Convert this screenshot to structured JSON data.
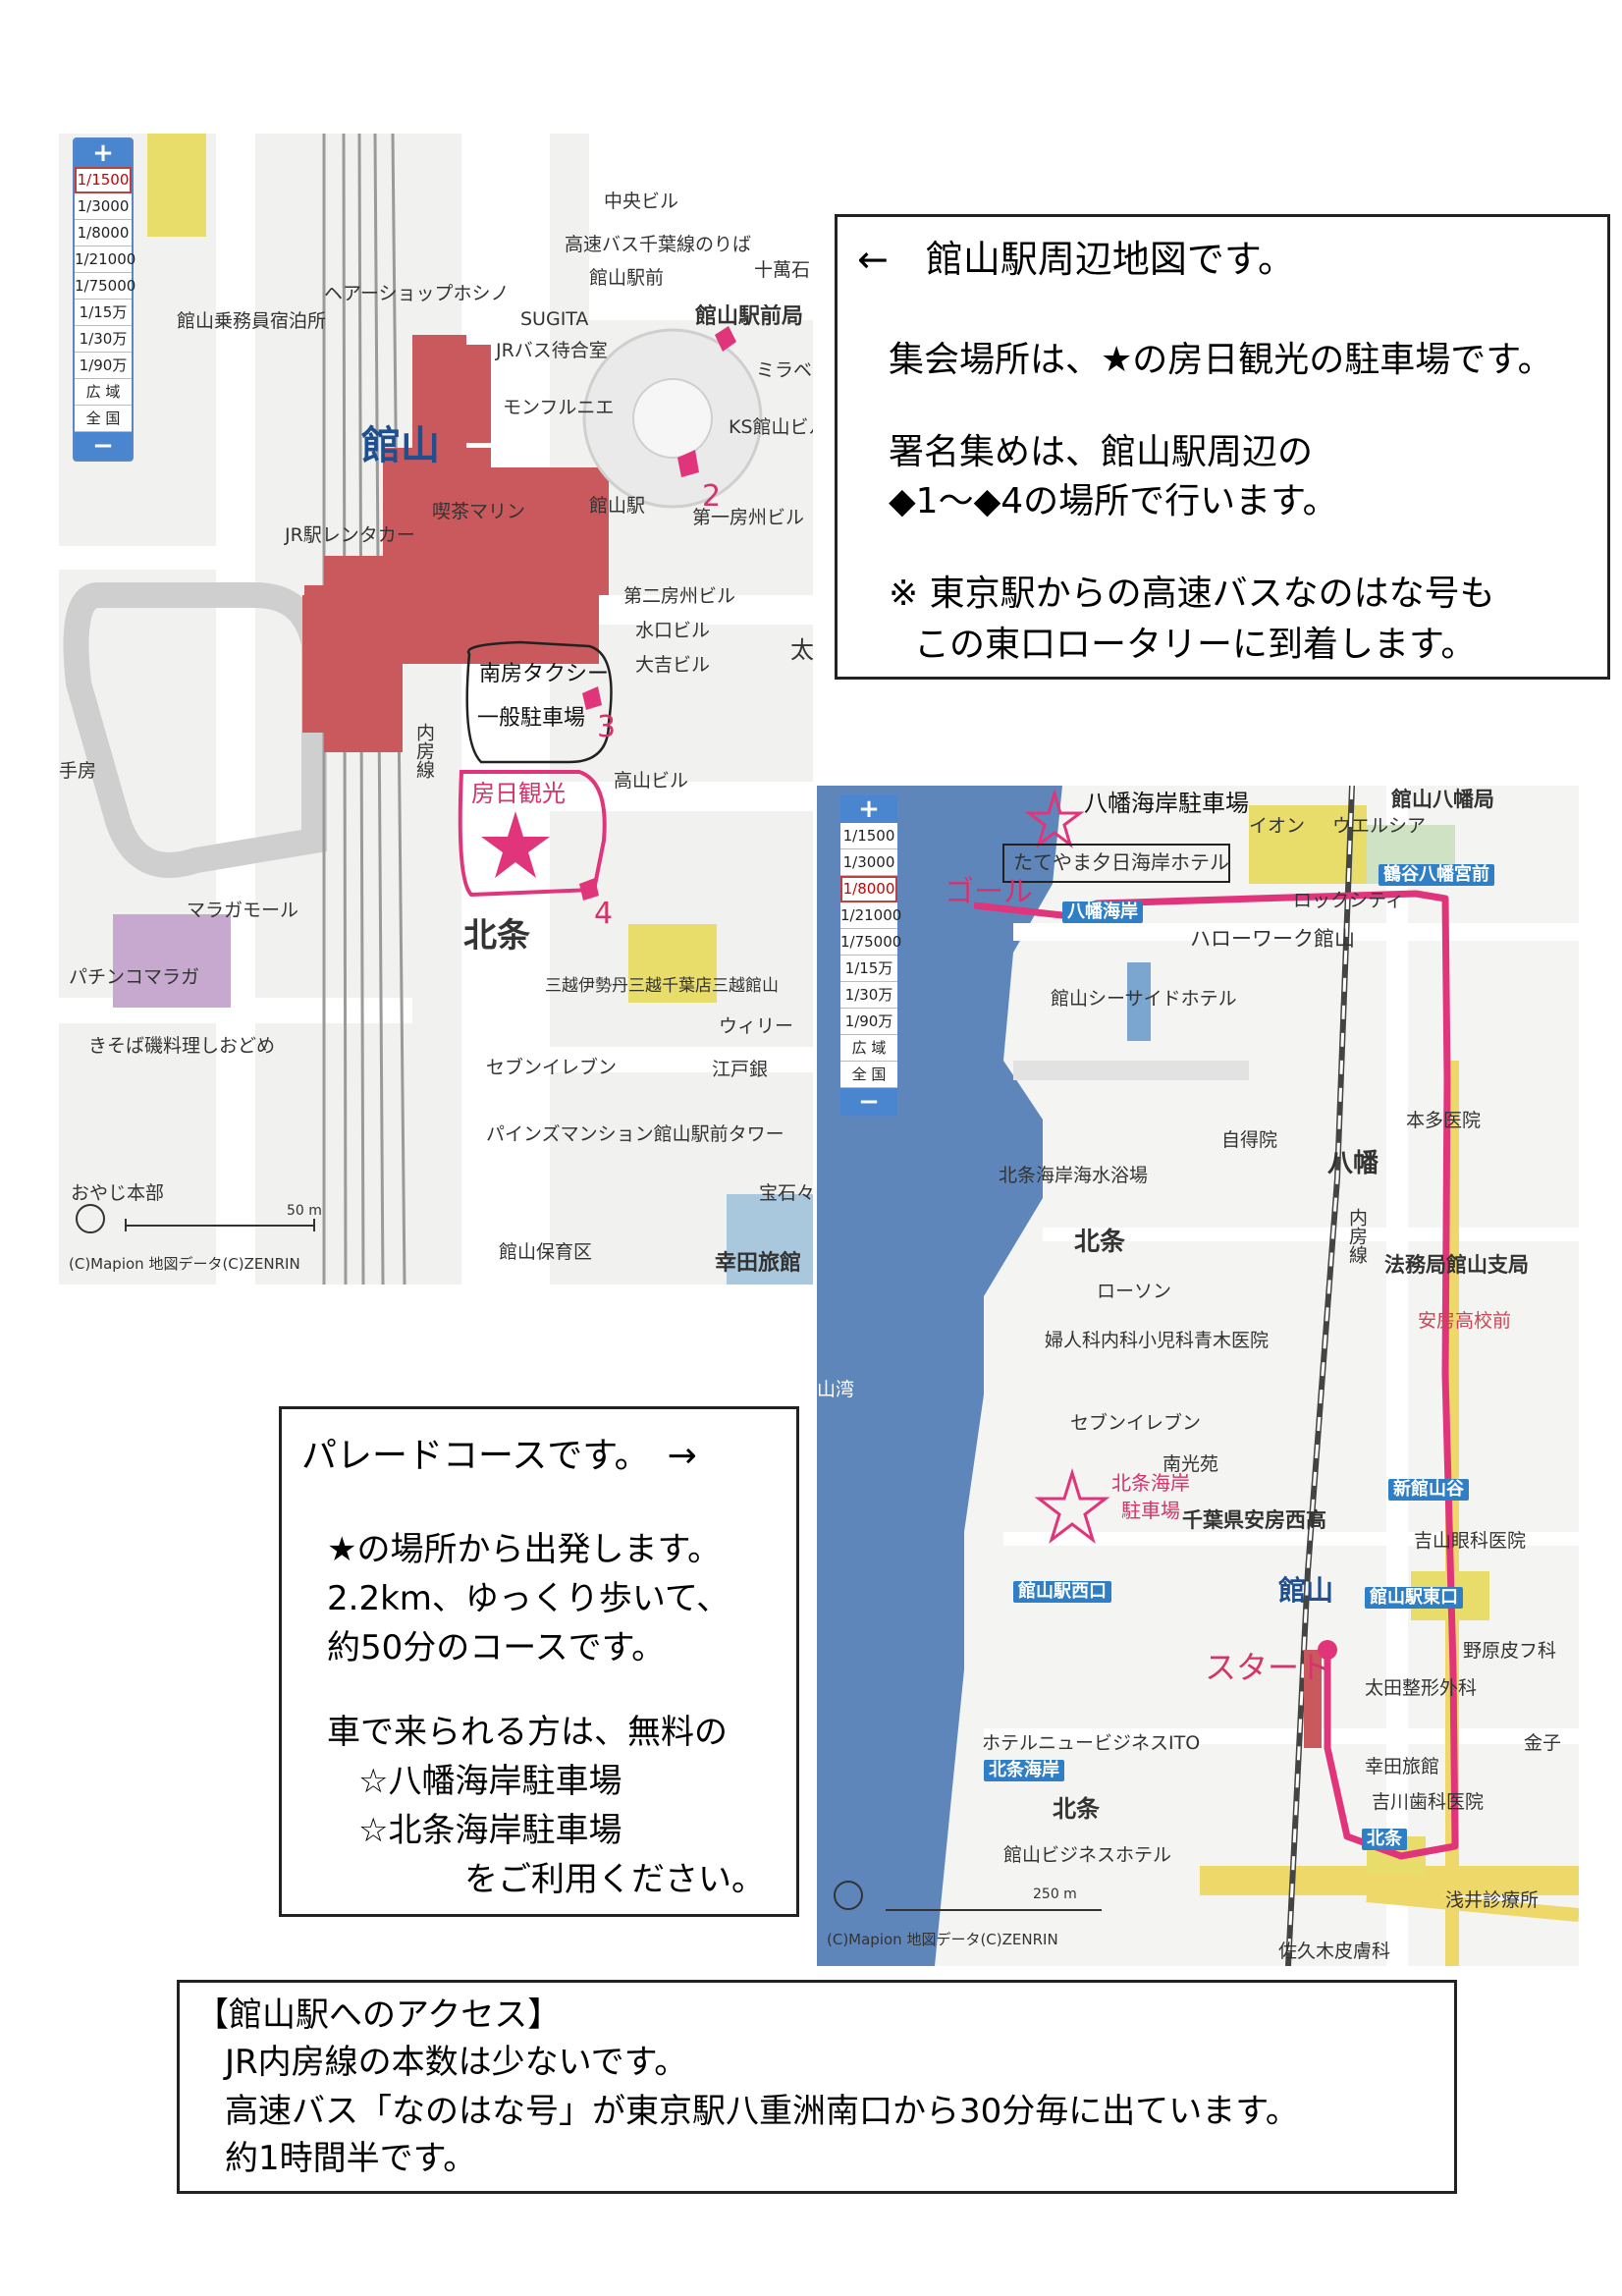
{
  "map1": {
    "scale_items": [
      "1/1500",
      "1/3000",
      "1/8000",
      "1/21000",
      "1/75000",
      "1/15万",
      "1/30万",
      "1/90万",
      "広 域",
      "全 国"
    ],
    "selected_scale": "1/1500",
    "labels": {
      "chuo_bldg": "中央ビル",
      "bus_stop": "高速バス千葉線のりば",
      "tateyama_ekimae": "館山駅前",
      "jukuishi": "十萬石",
      "hairshop": "ヘアーショップホシノ",
      "sugita": "SUGITA",
      "ekimae_po": "館山駅前局",
      "jomu": "館山乗務員宿泊所",
      "jr_bus": "JRバス待合室",
      "mirabell": "ミラベル",
      "montfleur": "モンフルニエ",
      "ks_bldg": "KS館山ビル",
      "station_big": "館山",
      "station_small": "館山駅",
      "rental": "JR駅レンタカー",
      "kissa": "喫茶マリン",
      "daiichi": "第一房州ビル",
      "daini": "第二房州ビル",
      "mizuguchi": "水口ビル",
      "ooyoshi": "大吉ビル",
      "ta": "太",
      "takayama": "高山ビル",
      "uchibo": "内房線",
      "temotsu": "手房",
      "maraga": "マラガモール",
      "pachinko": "パチンコマラガ",
      "kisoba": "きそば磯料理しおどめ",
      "hojo": "北条",
      "mitsukoshi": "三越伊勢丹三越千葉店三越館山",
      "wily": "ウィリー",
      "seven": "セブンイレブン",
      "edoya": "江戸銀",
      "pines": "パインズマンション館山駅前タワー",
      "takara": "宝石々",
      "oyaji": "おやじ本部",
      "hoikuen": "館山保育区",
      "kouda": "幸田旅館",
      "scale_len": "50 m",
      "copyright": "(C)Mapion  地図データ(C)ZENRIN"
    },
    "handwriting": {
      "taxi_note_1": "南房タクシー",
      "taxi_note_2": "一般駐車場",
      "bonichi": "房日観光",
      "n2": "2",
      "n3": "3",
      "n4": "4"
    }
  },
  "box1": {
    "title": "←　館山駅周辺地図です。",
    "line1": "集会場所は、★の房日観光の駐車場です。",
    "line2": "署名集めは、館山駅周辺の",
    "line3": "◆1～◆4の場所で行います。",
    "line4": "※ 東京駅からの高速バスなのはな号も",
    "line5": "この東口ロータリーに到着します。"
  },
  "map2": {
    "scale_items": [
      "1/1500",
      "1/3000",
      "1/8000",
      "1/21000",
      "1/75000",
      "1/15万",
      "1/30万",
      "1/90万",
      "広 域",
      "全 国"
    ],
    "selected_scale": "1/8000",
    "labels": {
      "yawata_kaigan_pk": "八幡海岸駐車場",
      "aeon": "イオン",
      "welcia": "ウエルシア",
      "yawata_po": "館山八幡局",
      "tateyama_hotel": "たてやま夕日海岸ホテル",
      "tsurugaya": "鶴谷八幡宮前",
      "yawata_kaigan": "八幡海岸",
      "rock": "ロックシティ",
      "hello": "ハローワーク館山",
      "seaside": "館山シーサイドホテル",
      "honda": "本多医院",
      "jitoku": "自得院",
      "yawata": "八幡",
      "beach": "北条海岸海水浴場",
      "hojo1": "北条",
      "uchibo": "内房線",
      "homukyoku": "法務局館山支局",
      "lawson": "ローソン",
      "awa": "安房高校前",
      "fujin": "婦人科内科小児科青木医院",
      "wan": "山湾",
      "seven": "セブンイレブン",
      "nanko": "南光苑",
      "shintsuru": "新館山谷",
      "chiba": "千葉県安房西高",
      "yoshiyama": "吉山眼科医院",
      "nishiguchi": "館山駅西口",
      "station_big": "館山",
      "higashiguchi": "館山駅東口",
      "nohara": "野原皮フ科",
      "ota": "太田整形外科",
      "kaneko": "金子",
      "hotel_new": "ホテルニュービジネスITO",
      "kouda": "幸田旅館",
      "hojo_kaigan": "北条海岸",
      "yoshikawa": "吉川歯科医院",
      "hojo2": "北条",
      "hojo_stn": "北条",
      "business": "館山ビジネスホテル",
      "asai": "浅井診療所",
      "sakuma": "佐久木皮膚科",
      "scale_len": "250 m",
      "copyright": "(C)Mapion  地図データ(C)ZENRIN"
    },
    "handwriting": {
      "goal": "ゴール",
      "start": "スタート",
      "hojo_pk_1": "北条海岸",
      "hojo_pk_2": "駐車場"
    }
  },
  "box2": {
    "title": "パレードコースです。　→",
    "line1": "★の場所から出発します。",
    "line2": "2.2km、ゆっくり歩いて、",
    "line3": "約50分のコースです。",
    "line4": "車で来られる方は、無料の",
    "line5": "☆八幡海岸駐車場",
    "line6": "☆北条海岸駐車場",
    "line7": "をご利用ください。"
  },
  "box3": {
    "title": "【館山駅へのアクセス】",
    "line1": "JR内房線の本数は少ないです。",
    "line2": "高速バス「なのはな号」が東京駅八重洲南口から30分毎に出ています。",
    "line3": "約1時間半です。"
  },
  "colors": {
    "station_red": "#c9595c",
    "highlighter": "#e0357a",
    "rail": "#9a9a9a",
    "station_badge": "#2f7fc6",
    "sea": "#5f86bb"
  }
}
